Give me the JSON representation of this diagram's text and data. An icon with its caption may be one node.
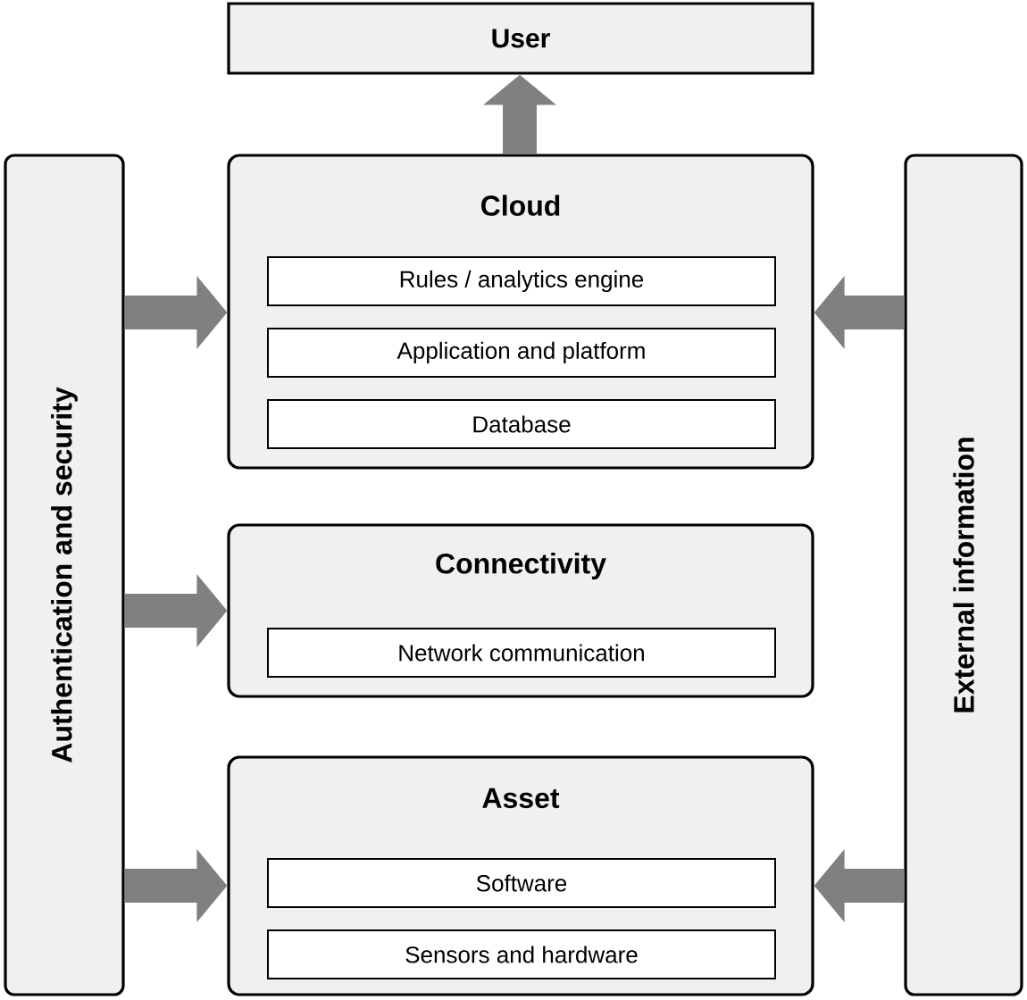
{
  "diagram": {
    "nodes": [
      {
        "text": [
          "User"
        ]
      },
      {
        "text": [
          "Authentication and security"
        ]
      },
      {
        "text": [
          "Cloud"
        ]
      },
      {
        "text": [
          "Rules / analytics engine"
        ],
        "in": 2
      },
      {
        "text": [
          "Application and platform"
        ],
        "in": 2
      },
      {
        "text": [
          "Database"
        ],
        "in": 2
      },
      {
        "text": [
          "Connectivity"
        ]
      },
      {
        "text": [
          "Network communication"
        ],
        "in": 6
      },
      {
        "text": [
          "Asset"
        ]
      },
      {
        "text": [
          "Software"
        ],
        "in": 8
      },
      {
        "text": [
          "Sensors and hardware"
        ],
        "in": 8
      },
      {
        "text": [
          "External information"
        ]
      }
    ],
    "edges": [
      {
        "from": 2,
        "to": 0,
        "arrow": "to"
      },
      {
        "from": 1,
        "to": 2,
        "arrow": "to"
      },
      {
        "from": 11,
        "to": 2,
        "arrow": "to"
      },
      {
        "from": 1,
        "to": 6,
        "arrow": "to"
      },
      {
        "from": 1,
        "to": 8,
        "arrow": "to"
      },
      {
        "from": 11,
        "to": 8,
        "arrow": "to"
      }
    ]
  }
}
